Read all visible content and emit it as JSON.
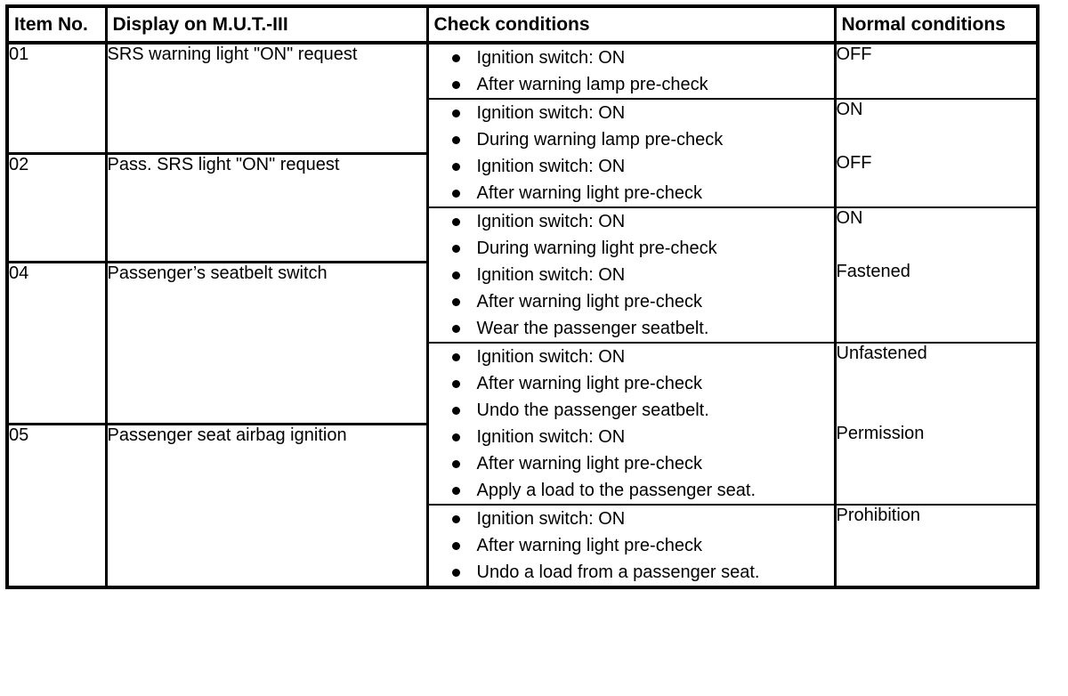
{
  "table": {
    "columns": [
      {
        "key": "item_no",
        "label": "Item No."
      },
      {
        "key": "display",
        "label": "Display on M.U.T.-III"
      },
      {
        "key": "check",
        "label": "Check conditions"
      },
      {
        "key": "normal",
        "label": "Normal conditions"
      }
    ],
    "rows": [
      {
        "item_no": "01",
        "display": "SRS warning light \"ON\" request",
        "subrows": [
          {
            "conditions": [
              "Ignition switch: ON",
              "After warning lamp pre-check"
            ],
            "normal": "OFF"
          },
          {
            "conditions": [
              "Ignition switch: ON",
              "During warning lamp pre-check"
            ],
            "normal": "ON"
          }
        ]
      },
      {
        "item_no": "02",
        "display": "Pass. SRS light \"ON\" request",
        "subrows": [
          {
            "conditions": [
              "Ignition switch: ON",
              "After warning light pre-check"
            ],
            "normal": "OFF"
          },
          {
            "conditions": [
              "Ignition switch: ON",
              "During warning light pre-check"
            ],
            "normal": "ON"
          }
        ]
      },
      {
        "item_no": "04",
        "display": "Passenger’s seatbelt switch",
        "subrows": [
          {
            "conditions": [
              "Ignition switch: ON",
              "After warning light pre-check",
              "Wear the passenger seatbelt."
            ],
            "normal": "Fastened"
          },
          {
            "conditions": [
              "Ignition switch: ON",
              "After warning light pre-check",
              "Undo the passenger seatbelt."
            ],
            "normal": "Unfastened"
          }
        ]
      },
      {
        "item_no": "05",
        "display": "Passenger seat airbag ignition",
        "subrows": [
          {
            "conditions": [
              "Ignition switch: ON",
              "After warning light pre-check",
              "Apply a load to the passenger seat."
            ],
            "normal": "Permission"
          },
          {
            "conditions": [
              "Ignition switch: ON",
              "After warning light pre-check",
              "Undo a load from a passenger seat."
            ],
            "normal": "Prohibition"
          }
        ]
      }
    ]
  },
  "colors": {
    "rule": "#000000",
    "text": "#000000",
    "background": "#ffffff"
  }
}
